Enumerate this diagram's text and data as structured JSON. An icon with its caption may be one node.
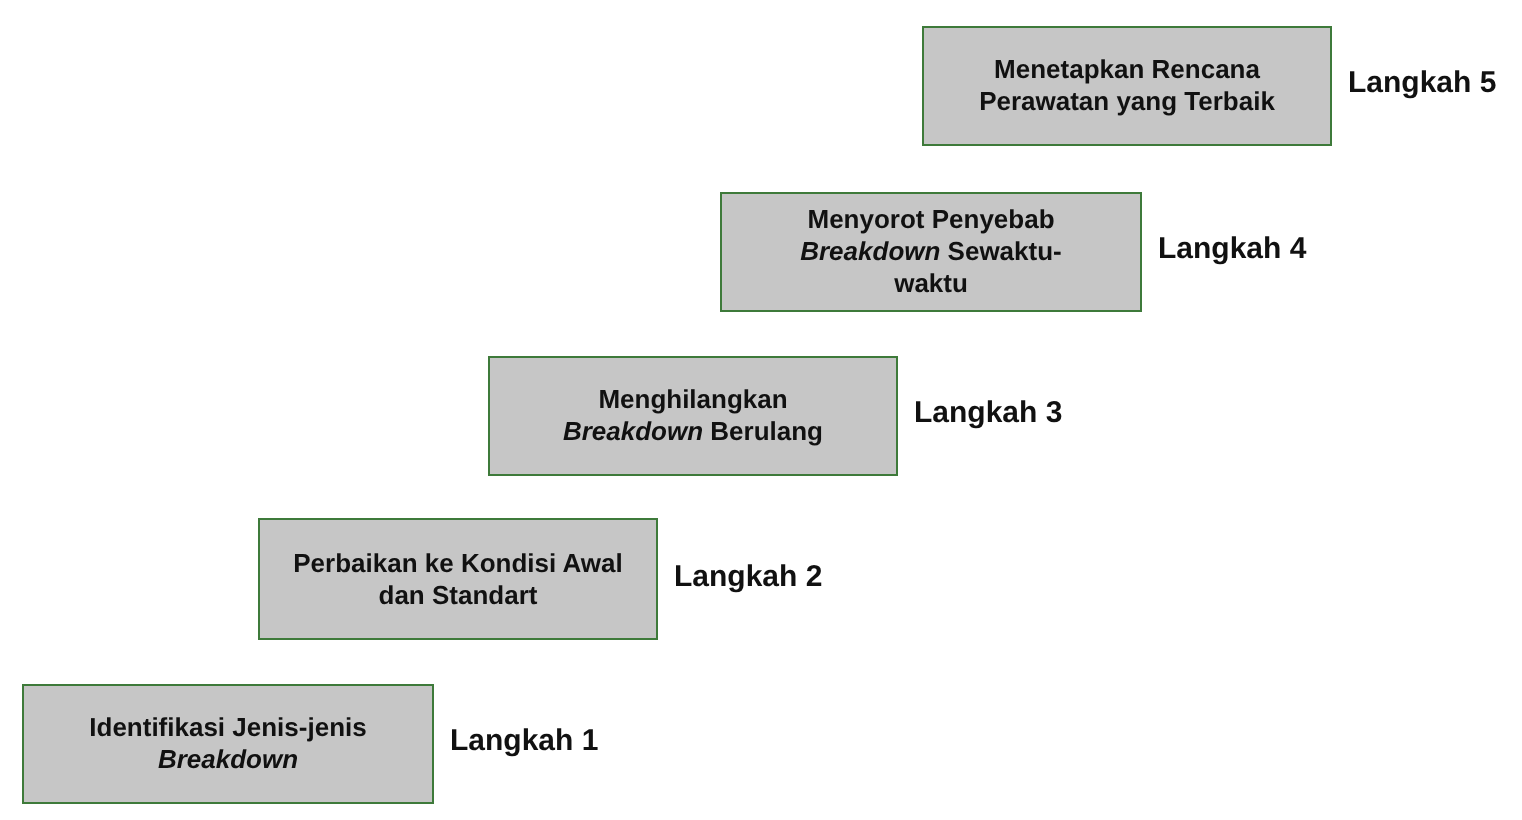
{
  "diagram": {
    "nodes": [
      {
        "text": [
          "Menetapkan Rencana Perawatan yang Terbaik"
        ],
        "beside": [
          "Langkah 5"
        ]
      },
      {
        "text": [
          "Menyorot Penyebab *Breakdown* Sewaktu-waktu"
        ],
        "beside": [
          "Langkah 4"
        ]
      },
      {
        "text": [
          "Menghilangkan *Breakdown* Berulang"
        ],
        "beside": [
          "Langkah 3"
        ]
      },
      {
        "text": [
          "Perbaikan ke Kondisi Awal dan Standart"
        ],
        "beside": [
          "Langkah 2"
        ]
      },
      {
        "text": [
          "Identifikasi Jenis-jenis *Breakdown*"
        ],
        "beside": [
          "Langkah 1"
        ]
      }
    ],
    "edges": []
  }
}
